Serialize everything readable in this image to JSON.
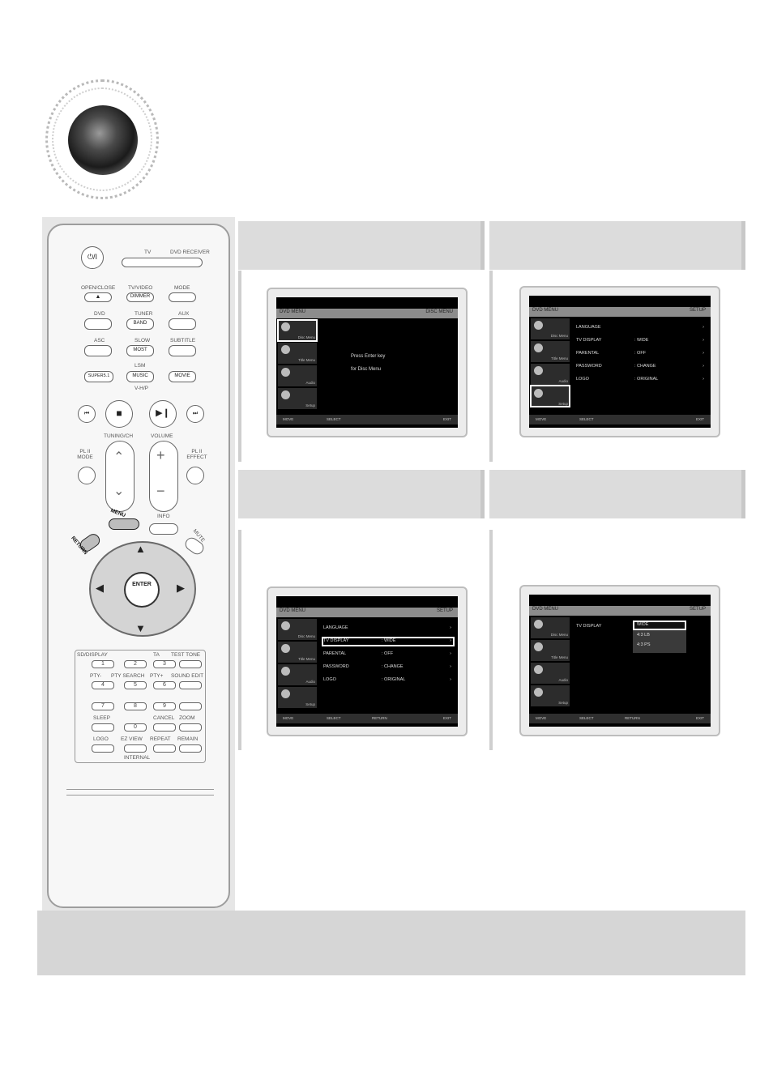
{
  "remote": {
    "power": "⏻/I",
    "row1": [
      "TV",
      "DVD RECEIVER"
    ],
    "row2": [
      "OPEN/CLOSE",
      "TV/VIDEO",
      "MODE"
    ],
    "row2_btn": [
      "▲",
      "DIMMER",
      ""
    ],
    "row3": [
      "DVD",
      "TUNER",
      "AUX"
    ],
    "row3_btn": [
      "",
      "BAND",
      ""
    ],
    "row4": [
      "ASC",
      "SLOW",
      "SUBTITLE"
    ],
    "row4_btn": [
      "",
      "MOST",
      ""
    ],
    "lsm": "LSM",
    "row5_btn": [
      "SUPER5.1",
      "MUSIC",
      "MOVIE"
    ],
    "v_sp": "V-H/P",
    "tuning": "TUNING/CH",
    "volume": "VOLUME",
    "pl_mode": "PL II MODE",
    "pl_effect": "PL II EFFECT",
    "menu": "MENU",
    "info": "INFO",
    "return": "RETURN",
    "mute": "MUTE",
    "enter": "ENTER",
    "keypad": {
      "top_labels": [
        "SD/DISPLAY",
        "TA",
        "TEST TONE"
      ],
      "row1": [
        "1",
        "2",
        "3"
      ],
      "mid_labels": [
        "PTY-",
        "PTY SEARCH",
        "PTY+",
        "SOUND EDIT"
      ],
      "row2": [
        "4",
        "5",
        "6"
      ],
      "row3": [
        "7",
        "8",
        "9"
      ],
      "labels3": [
        "SLEEP",
        "CANCEL",
        "ZOOM"
      ],
      "row4": [
        "",
        "0",
        ""
      ],
      "labels4": [
        "LOGO",
        "EZ VIEW",
        "REPEAT",
        "REMAIN"
      ],
      "bottom": "INTERNAL"
    }
  },
  "screens": [
    {
      "bar_left": "DVD MENU",
      "bar_right": "DISC MENU",
      "side": [
        "Disc Menu",
        "Title Menu",
        "Audio",
        "Setup"
      ],
      "message": [
        "Press Enter key",
        "for Disc Menu"
      ],
      "footer": [
        "MOVE",
        "SELECT",
        "EXIT"
      ]
    },
    {
      "bar_left": "DVD MENU",
      "bar_right": "SETUP",
      "side": [
        "Disc Menu",
        "Title Menu",
        "Audio",
        "Setup"
      ],
      "rows": [
        {
          "label": "LANGUAGE",
          "value": ""
        },
        {
          "label": "TV DISPLAY",
          "value": ": WIDE"
        },
        {
          "label": "PARENTAL",
          "value": ": OFF"
        },
        {
          "label": "PASSWORD",
          "value": ": CHANGE"
        },
        {
          "label": "LOGO",
          "value": ": ORIGINAL"
        }
      ],
      "footer": [
        "MOVE",
        "SELECT",
        "EXIT"
      ]
    },
    {
      "bar_left": "DVD MENU",
      "bar_right": "SETUP",
      "side": [
        "Disc Menu",
        "Title Menu",
        "Audio",
        "Setup"
      ],
      "rows": [
        {
          "label": "LANGUAGE",
          "value": ""
        },
        {
          "label": "TV DISPLAY",
          "value": ": WIDE"
        },
        {
          "label": "PARENTAL",
          "value": ": OFF"
        },
        {
          "label": "PASSWORD",
          "value": ": CHANGE"
        },
        {
          "label": "LOGO",
          "value": ": ORIGINAL"
        }
      ],
      "footer": [
        "MOVE",
        "SELECT",
        "RETURN",
        "EXIT"
      ]
    },
    {
      "bar_left": "DVD MENU",
      "bar_right": "SETUP",
      "side": [
        "Disc Menu",
        "Title Menu",
        "Audio",
        "Setup"
      ],
      "label": "TV DISPLAY",
      "options": [
        "WIDE",
        "4:3 LB",
        "4:3 PS"
      ],
      "footer": [
        "MOVE",
        "SELECT",
        "RETURN",
        "EXIT"
      ]
    }
  ]
}
